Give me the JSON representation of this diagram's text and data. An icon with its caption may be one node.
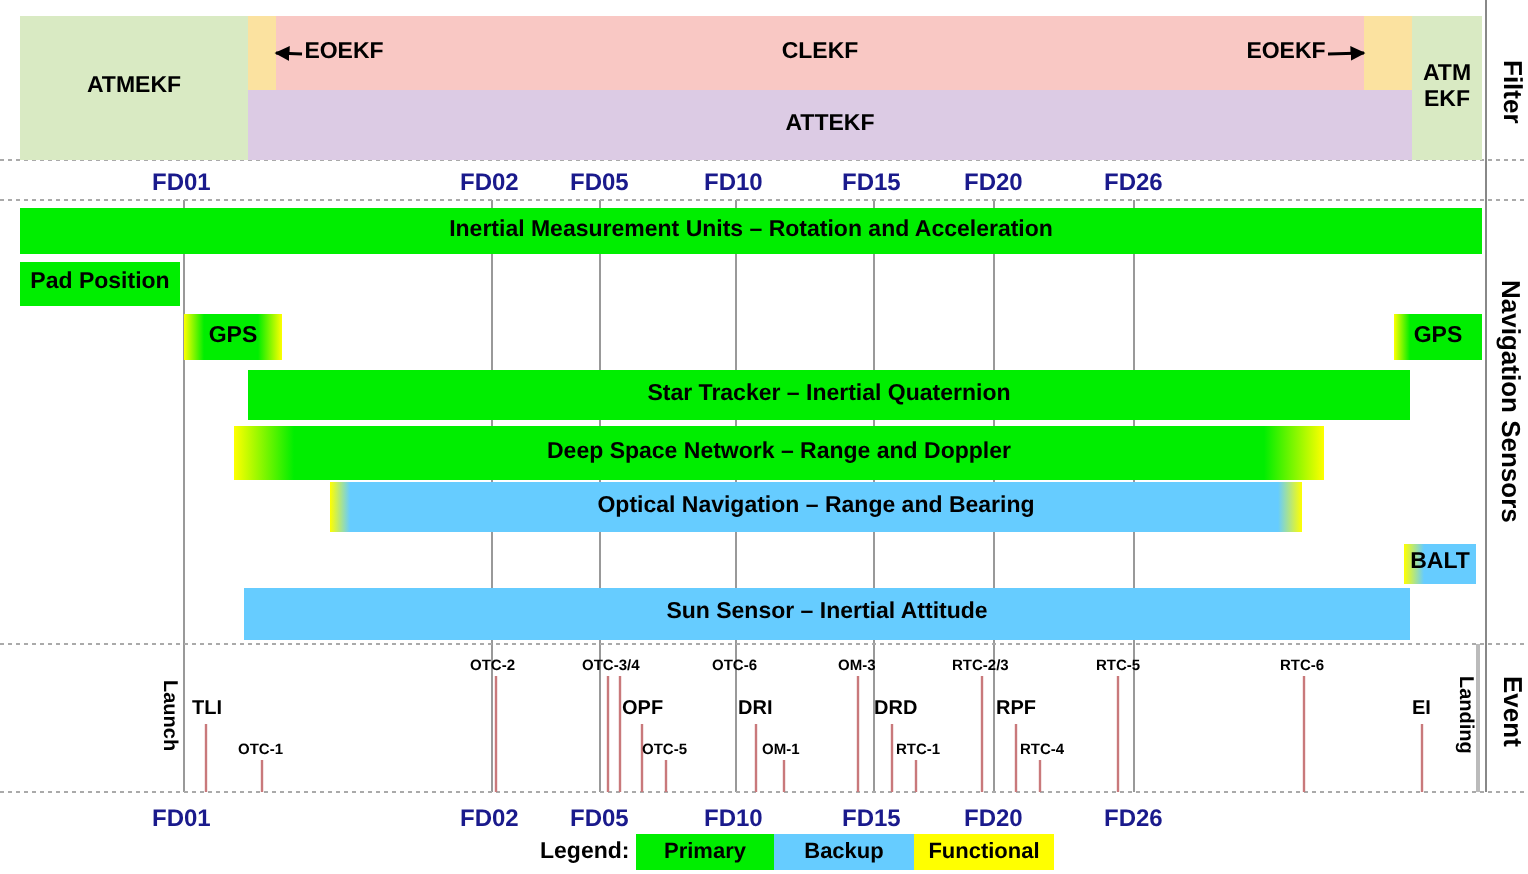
{
  "diagram": {
    "nodes": [
      {
        "text": [
          "ATMEKF"
        ]
      },
      {
        "text": [],
        "shape": "bar"
      },
      {
        "text": [
          "CLEKF"
        ]
      },
      {
        "text": [
          "EOEKF"
        ],
        "in": 2
      },
      {
        "text": [
          "EOEKF"
        ],
        "in": 2
      },
      {
        "text": [],
        "shape": "bar"
      },
      {
        "text": [
          "ATTEKF"
        ]
      },
      {
        "text": [
          "ATM EKF"
        ]
      },
      {
        "text": [
          "Inertial Measurement Units – Rotation and Acceleration"
        ]
      },
      {
        "text": [
          "Pad Position"
        ]
      },
      {
        "text": [
          "GPS"
        ]
      },
      {
        "text": [
          "GPS"
        ]
      },
      {
        "text": [
          "Star Tracker – Inertial Quaternion"
        ]
      },
      {
        "text": [
          "Deep Space Network – Range and Doppler"
        ]
      },
      {
        "text": [
          "Optical Navigation – Range and Bearing"
        ]
      },
      {
        "text": [
          "BALT"
        ]
      },
      {
        "text": [
          "Sun Sensor – Inertial Attitude"
        ]
      }
    ],
    "edges": [
      {
        "from": 3,
        "to": 1,
        "arrow": "to"
      },
      {
        "from": 4,
        "to": 5,
        "arrow": "to"
      }
    ],
    "labels": [
      "Filter",
      "FD01",
      "FD02",
      "FD05",
      "FD10",
      "FD15",
      "FD20",
      "FD26",
      "Navigation Sensors",
      "Launch",
      "TLI",
      "OTC-1",
      "OTC-2",
      "OTC-3/4",
      "OPF",
      "OTC-5",
      "OTC-6",
      "DRI",
      "OM-1",
      "OM-3",
      "DRD",
      "RTC-1",
      "RTC-2/3",
      "RPF",
      "RTC-4",
      "RTC-5",
      "RTC-6",
      "EI",
      "Landing",
      "Event",
      "FD01",
      "FD02",
      "FD05",
      "FD10",
      "FD15",
      "FD20",
      "FD26",
      "Legend:"
    ],
    "legend": [
      {
        "text": "Primary",
        "color": "#00ee00"
      },
      {
        "text": "Backup",
        "color": "#66ccff"
      },
      {
        "text": "Functional",
        "color": "#ffff00"
      }
    ]
  }
}
